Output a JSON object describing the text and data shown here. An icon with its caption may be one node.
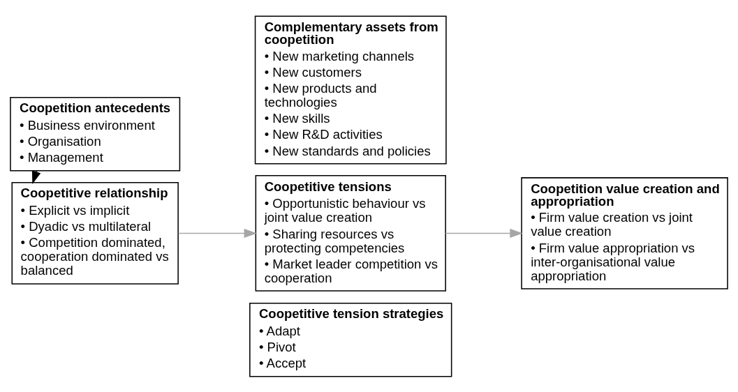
{
  "diagram": {
    "nodes": [
      {
        "text": [
          "Coopetition antecedents",
          "• Business environment",
          "• Organisation",
          "• Management"
        ]
      },
      {
        "text": [
          "Coopetitive relationship",
          "• Explicit vs implicit",
          "• Dyadic vs multilateral",
          "• Competition dominated, cooperation dominated vs balanced"
        ]
      },
      {
        "text": [
          "Complementary assets from coopetition",
          "• New marketing channels",
          "• New customers",
          "• New products and technologies",
          "• New skills",
          "• New R&D activities",
          "• New standards and policies"
        ]
      },
      {
        "text": [
          "Coopetitive tensions",
          "• Opportunistic behaviour vs joint value creation",
          "• Sharing resources vs protecting competencies",
          "• Market leader competition vs cooperation"
        ]
      },
      {
        "text": [
          "Coopetitive tension strategies",
          "• Adapt",
          "• Pivot",
          "• Accept"
        ]
      },
      {
        "text": [
          "Coopetition value creation and appropriation",
          "• Firm value creation vs joint value creation",
          "• Firm value appropriation vs inter-organisational value appropriation"
        ]
      }
    ],
    "edges": [
      {
        "from": 0,
        "to": 1,
        "arrow": "to",
        "color": "#000000"
      },
      {
        "from": 1,
        "to": 3,
        "arrow": "to",
        "color": "#a6a6a6"
      },
      {
        "from": 3,
        "to": 5,
        "arrow": "to",
        "color": "#a6a6a6"
      }
    ]
  }
}
